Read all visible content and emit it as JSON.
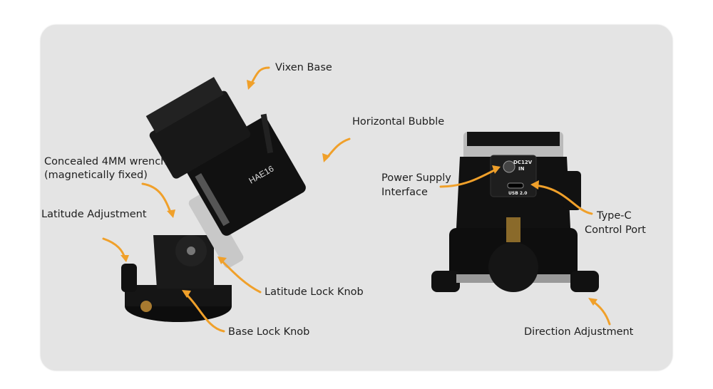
{
  "labels": {
    "vixen_base": "Vixen Base",
    "horizontal_bubble": "Horizontal Bubble",
    "wrench_line1": "Concealed 4MM wrench",
    "wrench_line2": "(magnetically fixed)",
    "latitude_adjustment": "Latitude Adjustment",
    "latitude_lock_knob": "Latitude Lock Knob",
    "base_lock_knob": "Base Lock Knob",
    "power_line1": "Power Supply",
    "power_line2": "Interface",
    "typec_line1": "Type-C",
    "typec_line2": "Control Port",
    "direction_adjustment": "Direction Adjustment"
  },
  "product": {
    "model": "HAE16",
    "dc_label_1": "DC12V",
    "dc_label_2": "IN",
    "usb_label": "USB 2.0"
  },
  "colors": {
    "arrow": "#f0a02a",
    "card": "#e4e4e4",
    "body": "#111111"
  }
}
